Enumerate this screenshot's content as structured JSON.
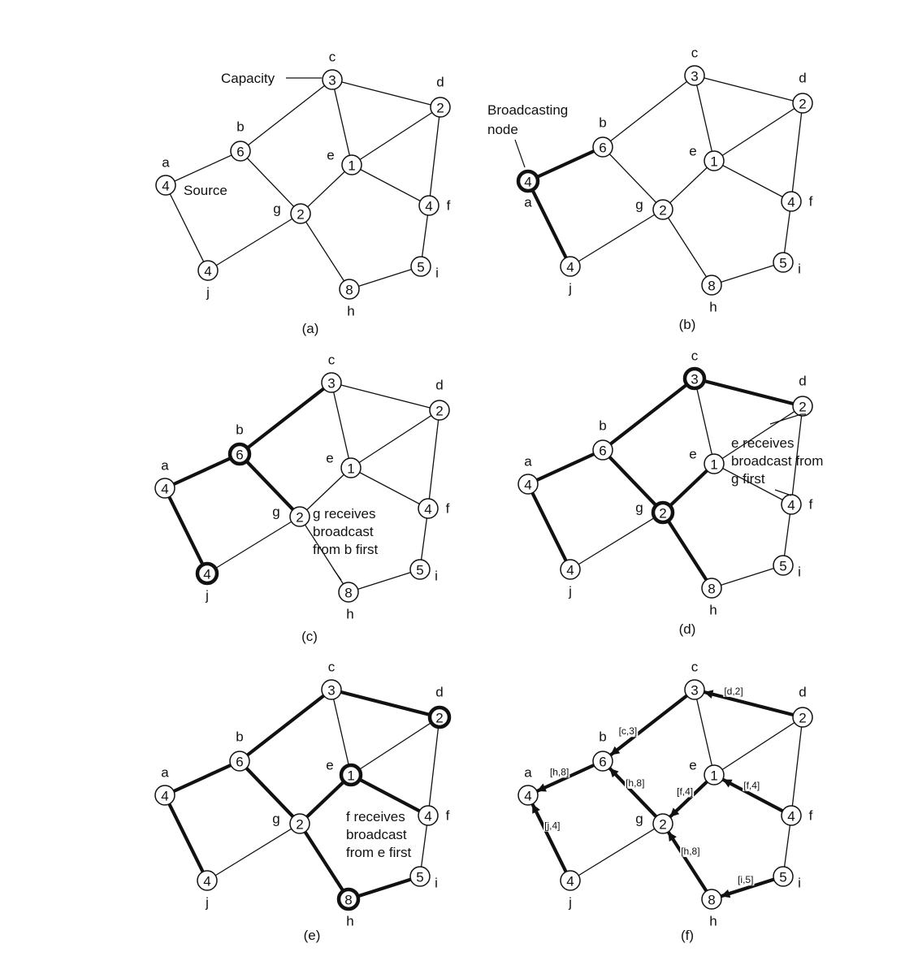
{
  "nodes": [
    {
      "id": "a",
      "label": "a",
      "capacity": "4"
    },
    {
      "id": "b",
      "label": "b",
      "capacity": "6"
    },
    {
      "id": "c",
      "label": "c",
      "capacity": "3"
    },
    {
      "id": "d",
      "label": "d",
      "capacity": "2"
    },
    {
      "id": "e",
      "label": "e",
      "capacity": "1"
    },
    {
      "id": "f",
      "label": "f",
      "capacity": "4"
    },
    {
      "id": "g",
      "label": "g",
      "capacity": "2"
    },
    {
      "id": "h",
      "label": "h",
      "capacity": "8"
    },
    {
      "id": "i",
      "label": "i",
      "capacity": "5"
    },
    {
      "id": "j",
      "label": "j",
      "capacity": "4"
    }
  ],
  "edges": [
    [
      "a",
      "b"
    ],
    [
      "a",
      "j"
    ],
    [
      "b",
      "c"
    ],
    [
      "b",
      "g"
    ],
    [
      "c",
      "d"
    ],
    [
      "c",
      "e"
    ],
    [
      "d",
      "e"
    ],
    [
      "d",
      "f"
    ],
    [
      "e",
      "g"
    ],
    [
      "e",
      "f"
    ],
    [
      "g",
      "j"
    ],
    [
      "g",
      "h"
    ],
    [
      "h",
      "i"
    ],
    [
      "i",
      "f"
    ]
  ],
  "panels": [
    {
      "id": "a",
      "label": "(a)",
      "bold_edges": [],
      "bold_nodes": [],
      "annotations": [
        {
          "id": "capacity",
          "lines": [
            "Capacity"
          ]
        },
        {
          "id": "source",
          "lines": [
            "Source"
          ]
        }
      ]
    },
    {
      "id": "b",
      "label": "(b)",
      "bold_edges": [
        [
          "a",
          "b"
        ],
        [
          "a",
          "j"
        ]
      ],
      "bold_nodes": [
        "a"
      ],
      "annotations": [
        {
          "id": "broadcasting-node",
          "lines": [
            "Broadcasting",
            "node"
          ]
        }
      ]
    },
    {
      "id": "c",
      "label": "(c)",
      "bold_edges": [
        [
          "a",
          "b"
        ],
        [
          "a",
          "j"
        ],
        [
          "b",
          "c"
        ],
        [
          "b",
          "g"
        ]
      ],
      "bold_nodes": [
        "b",
        "j"
      ],
      "annotations": [
        {
          "id": "g-receives",
          "lines": [
            "g receives",
            "broadcast",
            "from b first"
          ]
        }
      ]
    },
    {
      "id": "d",
      "label": "(d)",
      "bold_edges": [
        [
          "a",
          "b"
        ],
        [
          "a",
          "j"
        ],
        [
          "b",
          "c"
        ],
        [
          "b",
          "g"
        ],
        [
          "c",
          "d"
        ],
        [
          "e",
          "g"
        ],
        [
          "g",
          "h"
        ]
      ],
      "bold_nodes": [
        "c",
        "g"
      ],
      "annotations": [
        {
          "id": "e-receives",
          "lines": [
            "e receives",
            "broadcast from",
            "g first"
          ]
        }
      ]
    },
    {
      "id": "e",
      "label": "(e)",
      "bold_edges": [
        [
          "a",
          "b"
        ],
        [
          "a",
          "j"
        ],
        [
          "b",
          "c"
        ],
        [
          "b",
          "g"
        ],
        [
          "c",
          "d"
        ],
        [
          "e",
          "g"
        ],
        [
          "g",
          "h"
        ],
        [
          "e",
          "f"
        ],
        [
          "h",
          "i"
        ]
      ],
      "bold_nodes": [
        "d",
        "e",
        "h"
      ],
      "annotations": [
        {
          "id": "f-receives",
          "lines": [
            "f receives",
            "broadcast",
            "from e first"
          ]
        }
      ]
    },
    {
      "id": "f",
      "label": "(f)",
      "bold_edges": [
        [
          "a",
          "b"
        ],
        [
          "a",
          "j"
        ],
        [
          "b",
          "c"
        ],
        [
          "b",
          "g"
        ],
        [
          "c",
          "d"
        ],
        [
          "e",
          "g"
        ],
        [
          "g",
          "h"
        ],
        [
          "e",
          "f"
        ],
        [
          "h",
          "i"
        ]
      ],
      "bold_nodes": [],
      "annotations": [],
      "messages": [
        {
          "from": "d",
          "to": "c",
          "text": "[d,2]"
        },
        {
          "from": "c",
          "to": "b",
          "text": "[c,3]"
        },
        {
          "from": "b",
          "to": "a",
          "text": "[h,8]"
        },
        {
          "from": "j",
          "to": "a",
          "text": "[j,4]"
        },
        {
          "from": "g",
          "to": "b",
          "text": "[h,8]"
        },
        {
          "from": "e",
          "to": "g",
          "text": "[f,4]"
        },
        {
          "from": "f",
          "to": "e",
          "text": "[f,4]"
        },
        {
          "from": "h",
          "to": "g",
          "text": "[h,8]"
        },
        {
          "from": "i",
          "to": "h",
          "text": "[i,5]"
        }
      ]
    }
  ]
}
